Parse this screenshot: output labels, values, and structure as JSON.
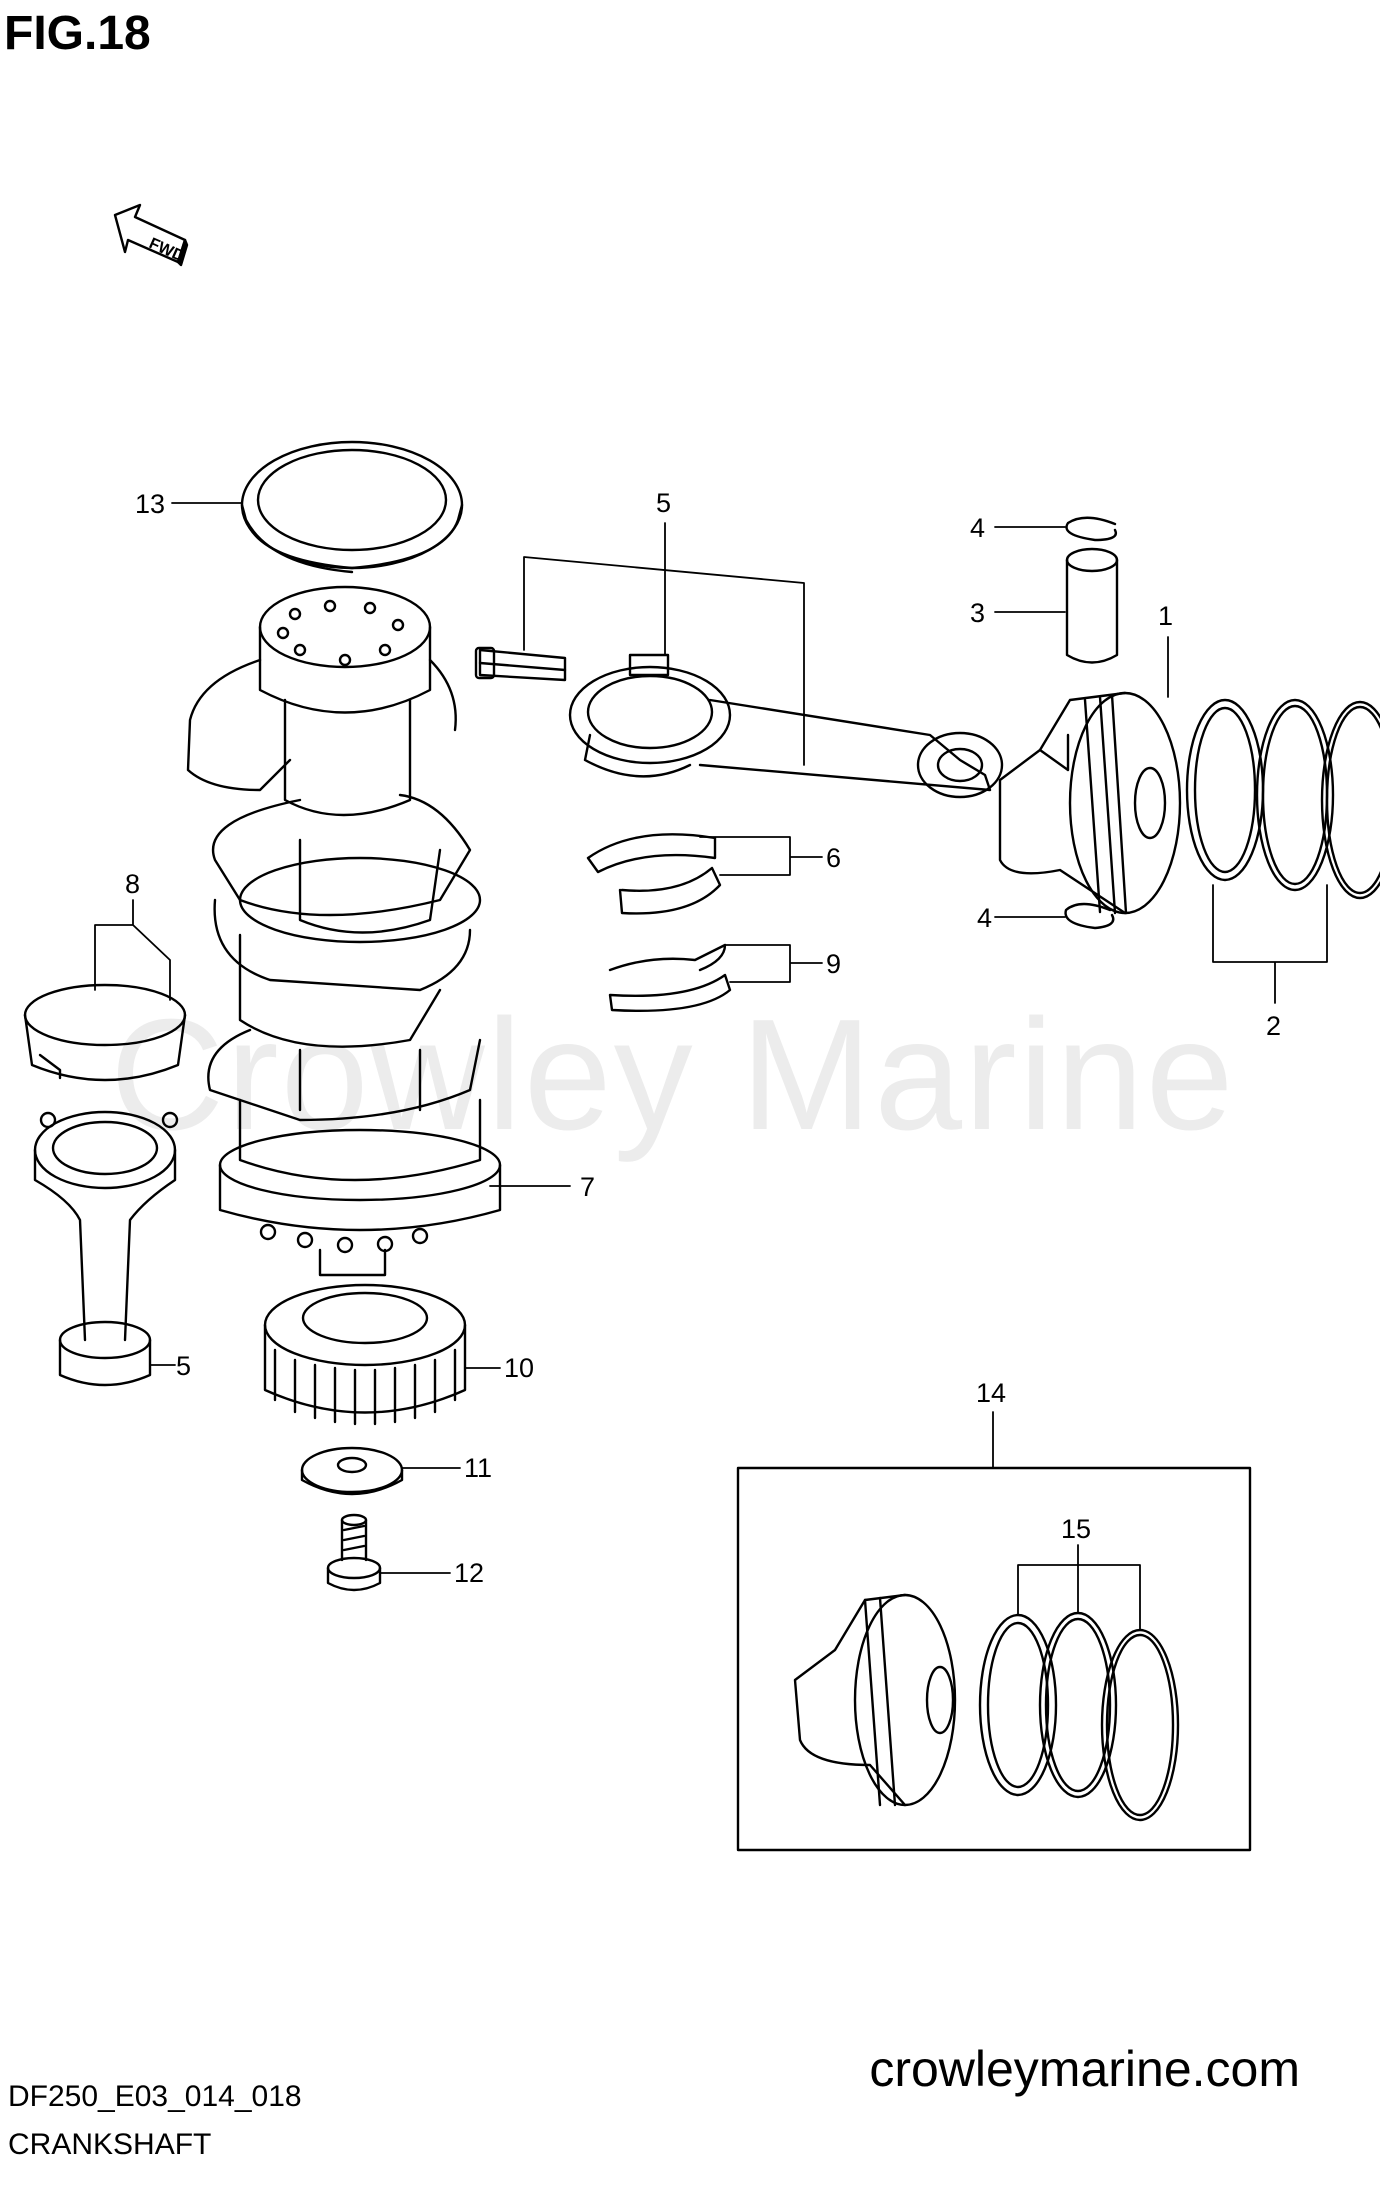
{
  "figure": {
    "title": "FIG.18",
    "model_code": "DF250_E03_014_018",
    "section_name": "CRANKSHAFT",
    "website": "crowleymarine.com",
    "watermark": "Crowley Marine",
    "fwd_label": "FWD"
  },
  "callouts": [
    {
      "id": "1",
      "part": "piston"
    },
    {
      "id": "2",
      "part": "piston-ring-set"
    },
    {
      "id": "3",
      "part": "piston-pin"
    },
    {
      "id": "4",
      "part": "circlip-upper"
    },
    {
      "id": "4",
      "part": "circlip-lower"
    },
    {
      "id": "5",
      "part": "connecting-rod-upper"
    },
    {
      "id": "5",
      "part": "connecting-rod-lower"
    },
    {
      "id": "6",
      "part": "conrod-bearing"
    },
    {
      "id": "7",
      "part": "crankshaft"
    },
    {
      "id": "8",
      "part": "main-bearing"
    },
    {
      "id": "9",
      "part": "thrust-bearing"
    },
    {
      "id": "10",
      "part": "timing-gear"
    },
    {
      "id": "11",
      "part": "washer"
    },
    {
      "id": "12",
      "part": "bolt"
    },
    {
      "id": "13",
      "part": "oil-seal"
    },
    {
      "id": "14",
      "part": "piston-assembly"
    },
    {
      "id": "15",
      "part": "piston-ring-set-assembly"
    }
  ]
}
